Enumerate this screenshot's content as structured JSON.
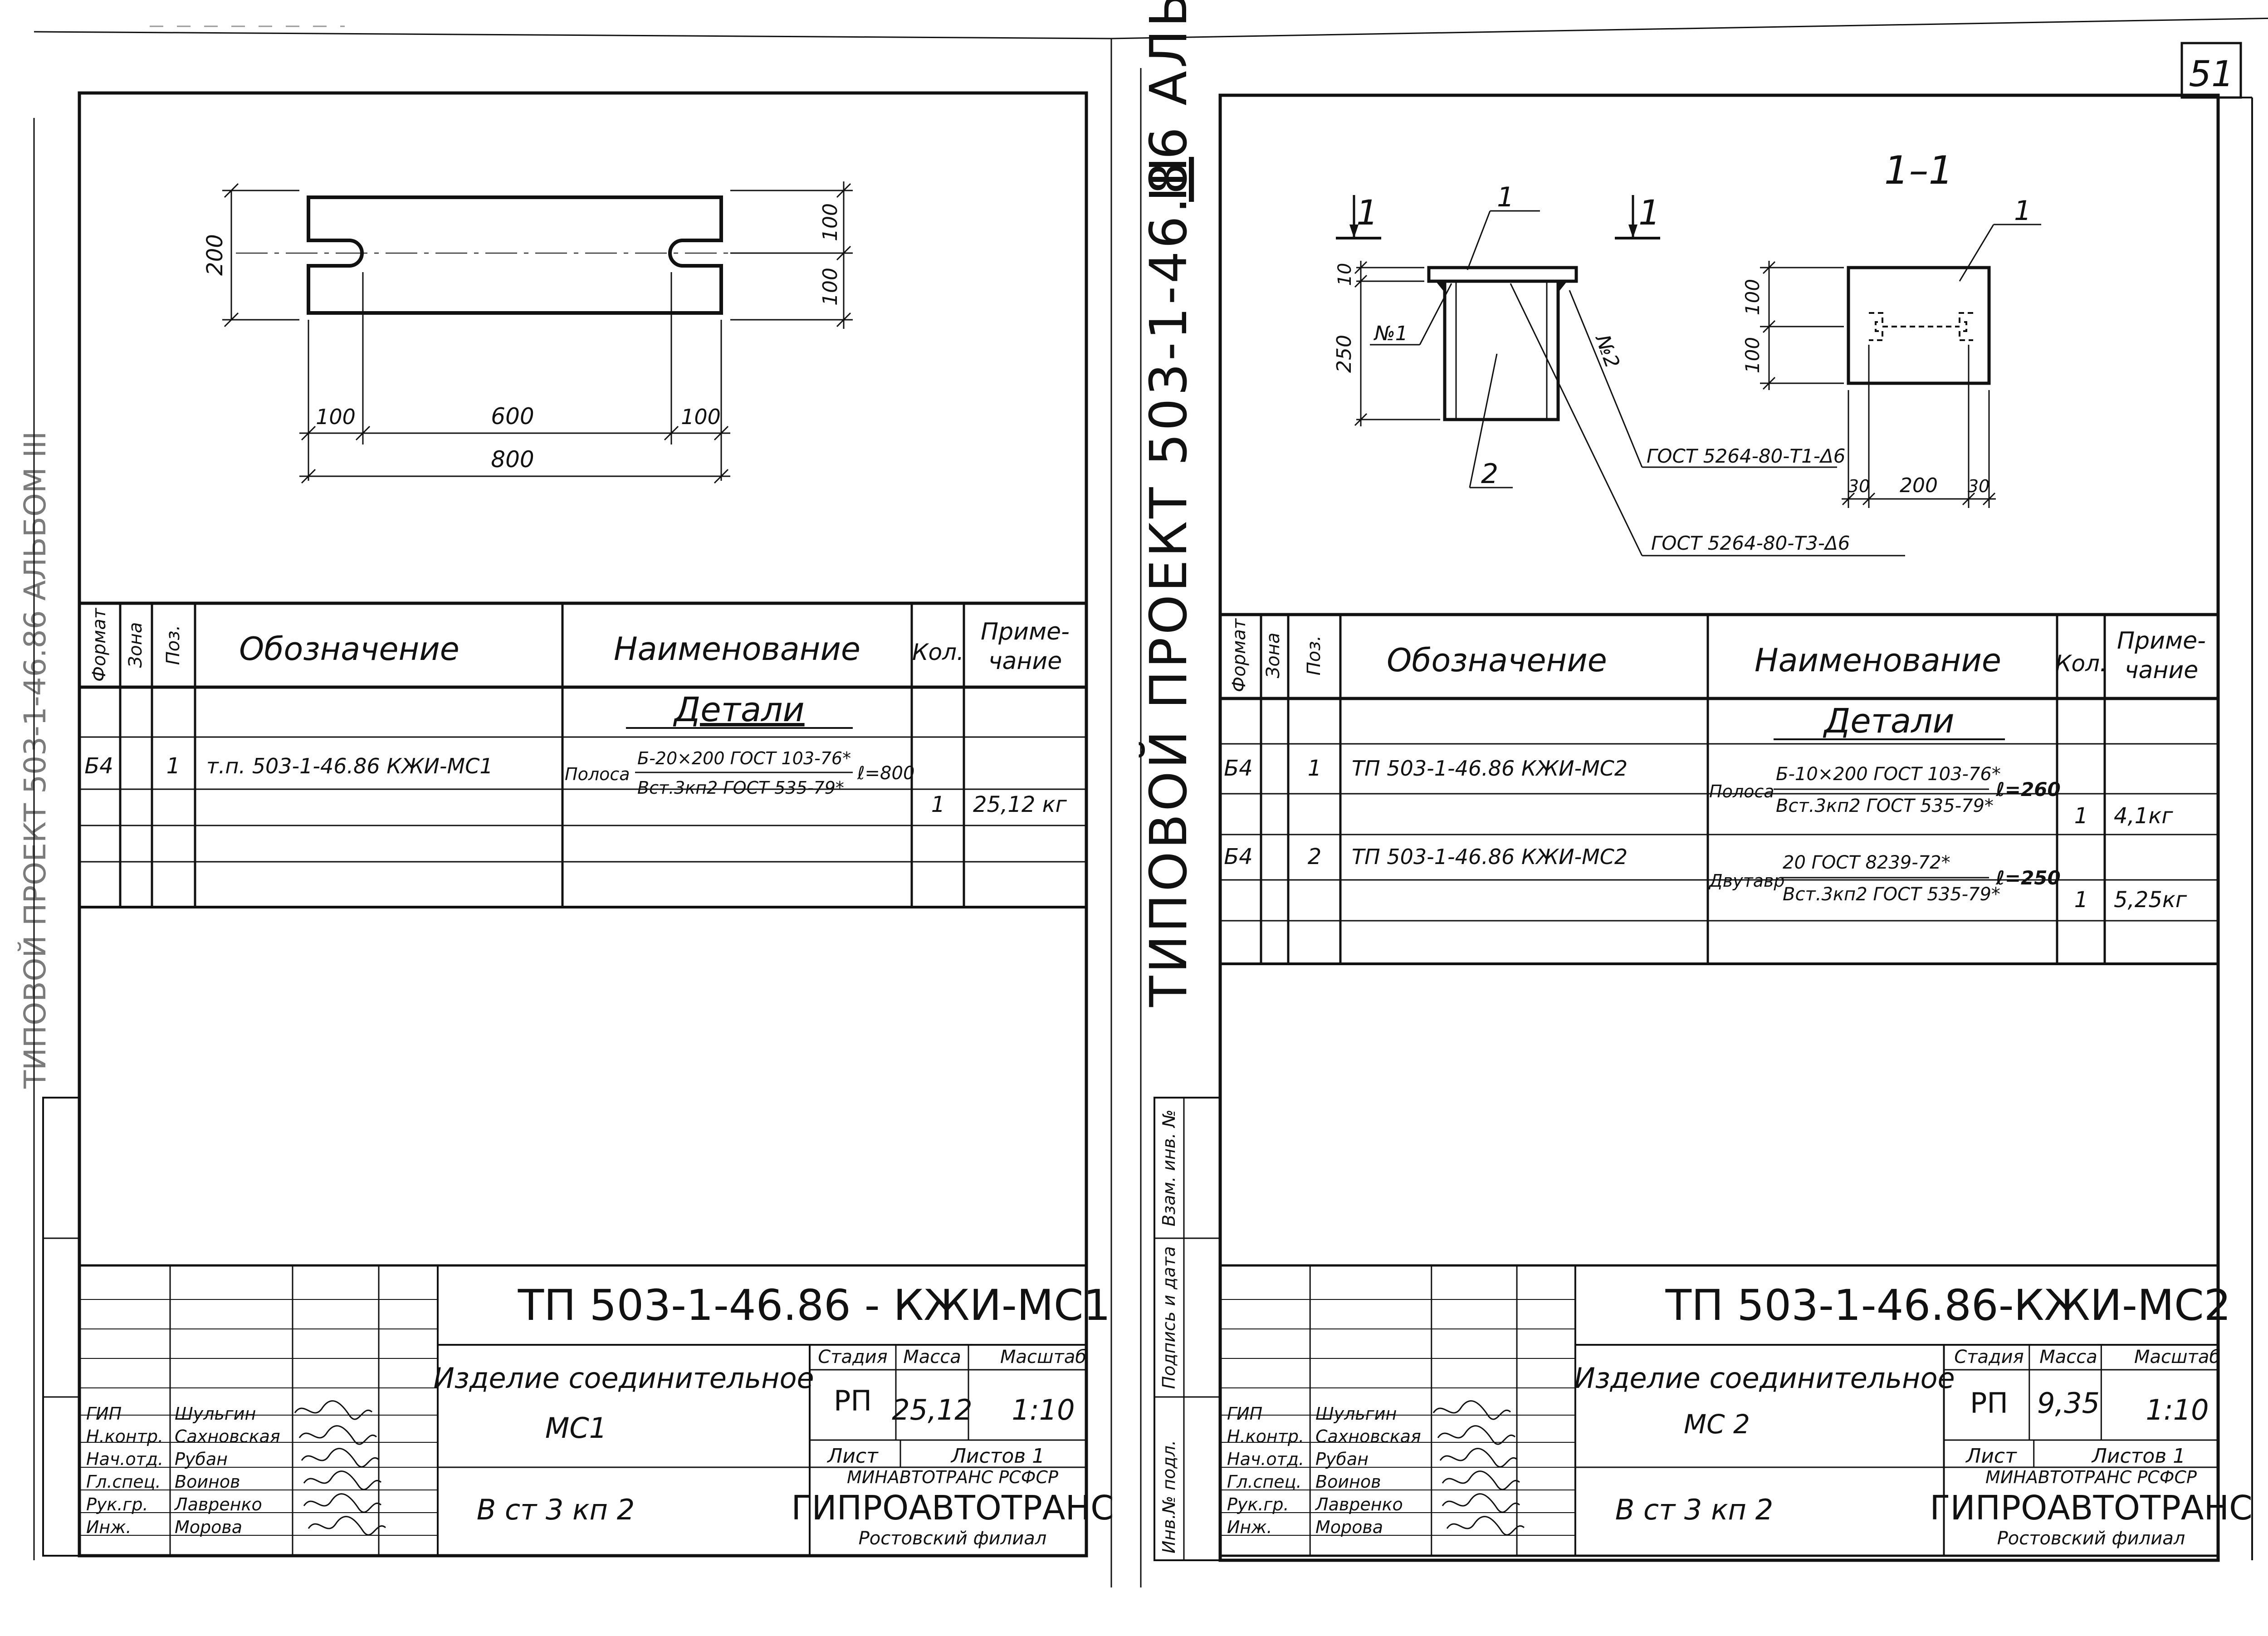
{
  "sheet_number": "51",
  "album_label": "ТИПОВОЙ ПРОЕКТ 503-1-46.86 АЛЬБОМ",
  "album_roman": "III",
  "left_margin_label": "ТИПОВОЙ ПРОЕКТ 503-1-46.86 АЛЬБОМ III",
  "side_stamp": {
    "inv_no": "Инв.№ подл.",
    "sign_date": "Подпись и дата",
    "vzam_inv": "Взам. инв. №"
  },
  "table_headers": {
    "format": "Формат",
    "zone": "Зона",
    "pos": "Поз.",
    "designation": "Обозначение",
    "name": "Наименование",
    "qty": "Кол.",
    "note_line1": "Приме-",
    "note_line2": "чание"
  },
  "title_roles": [
    "ГИП",
    "Н.контр.",
    "Нач.отд.",
    "Гл.спец.",
    "Рук.гр.",
    "Инж."
  ],
  "title_names": [
    "Шульгин",
    "Сахновская",
    "Рубан",
    "Воинов",
    "Лавренко",
    "Морова"
  ],
  "title_labels": {
    "stage": "Стадия",
    "mass": "Масса",
    "scale": "Масштаб",
    "sheet": "Лист",
    "sheets": "Листов 1",
    "ministry": "МИНАВТОТРАНС РСФСР",
    "org": "ГИПРОАВТОТРАНС",
    "branch": "Ростовский филиал"
  },
  "left": {
    "drawing": {
      "dim_200": "200",
      "dim_100_top": "100",
      "dim_100_bottom": "100",
      "dim_100_left": "100",
      "dim_600": "600",
      "dim_100_right": "100",
      "dim_800": "800"
    },
    "table": {
      "section": "Детали",
      "row": {
        "format": "Б4",
        "pos": "1",
        "designation": "т.п. 503-1-46.86 КЖИ-МС1",
        "name_prefix": "Полоса",
        "name_top": "Б-20×200 ГОСТ 103-76*",
        "name_bottom": "Вст.3кп2 ГОСТ 535-79*",
        "length": "ℓ=800",
        "qty": "1",
        "note": "25,12 кг"
      }
    },
    "title_block": {
      "code": "ТП 503-1-46.86 - КЖИ-МС1",
      "item_line1": "Изделие соединительное",
      "item_line2": "МС1",
      "material": "В ст 3 кп 2",
      "stage": "РП",
      "mass": "25,12",
      "scale": "1:10"
    }
  },
  "right": {
    "drawing": {
      "section_label": "1–1",
      "cut_label_left": "1",
      "cut_label_right": "1",
      "leader_1": "1",
      "leader_1_section": "1",
      "leader_2": "2",
      "dim_10": "10",
      "dim_250": "250",
      "weld_label": "№1",
      "weld_label_2": "№2",
      "dim_100_a": "100",
      "dim_100_b": "100",
      "dim_30_left": "30",
      "dim_200": "200",
      "dim_30_right": "30",
      "gost_t1": "ГОСТ 5264-80-Т1-Δ6",
      "gost_t3": "ГОСТ 5264-80-Т3-Δ6"
    },
    "table": {
      "section": "Детали",
      "rows": [
        {
          "format": "Б4",
          "pos": "1",
          "designation": "ТП 503-1-46.86 КЖИ-МС2",
          "name_prefix": "Полоса",
          "name_top": "Б-10×200 ГОСТ 103-76*",
          "name_bottom": "Вст.3кп2 ГОСТ 535-79*",
          "length": "ℓ=260",
          "qty": "1",
          "note": "4,1кг"
        },
        {
          "format": "Б4",
          "pos": "2",
          "designation": "ТП 503-1-46.86 КЖИ-МС2",
          "name_prefix": "Двутавр",
          "name_top": "20 ГОСТ 8239-72*",
          "name_bottom": "Вст.3кп2 ГОСТ 535-79*",
          "length": "ℓ=250",
          "qty": "1",
          "note": "5,25кг"
        }
      ]
    },
    "title_block": {
      "code": "ТП 503-1-46.86-КЖИ-МС2",
      "item_line1": "Изделие соединительное",
      "item_line2": "МС 2",
      "material": "В ст 3 кп 2",
      "stage": "РП",
      "mass": "9,35",
      "scale": "1:10"
    }
  }
}
